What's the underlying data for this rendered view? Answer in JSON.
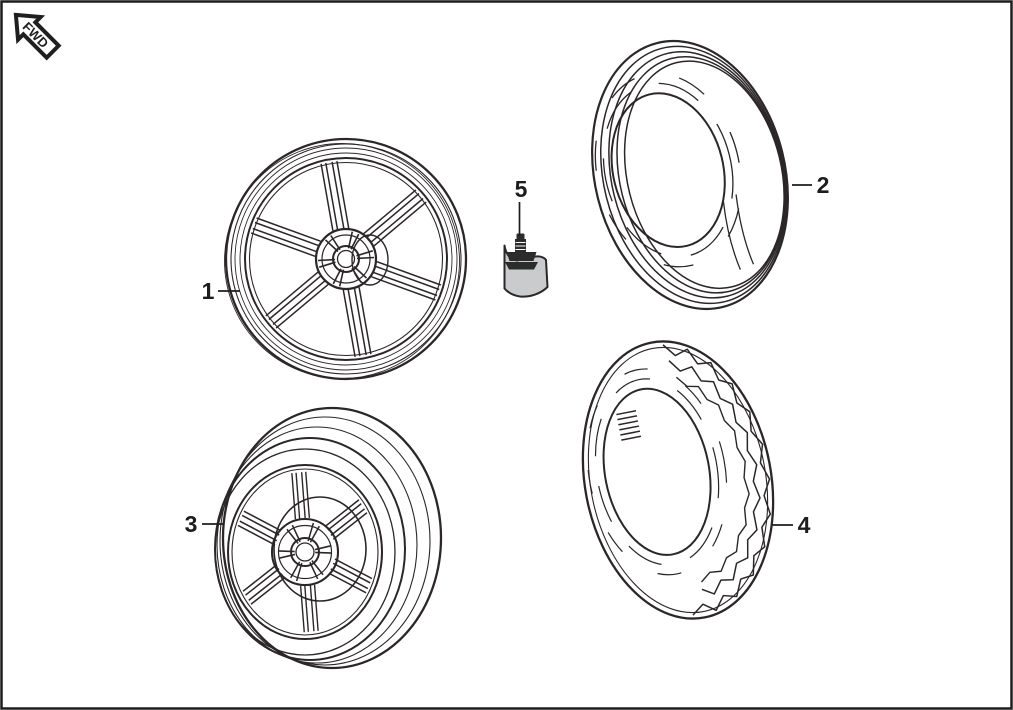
{
  "diagram": {
    "direction_arrow": {
      "label": "FWD"
    },
    "callouts": [
      {
        "number": "1"
      },
      {
        "number": "2"
      },
      {
        "number": "3"
      },
      {
        "number": "4"
      },
      {
        "number": "5"
      }
    ]
  },
  "colors": {
    "background": "#ffffff",
    "line": "#2b2728",
    "label_text": "#1f1c1d",
    "border": "#1d1d1d",
    "bracket_fill": "#c9cbcc"
  }
}
